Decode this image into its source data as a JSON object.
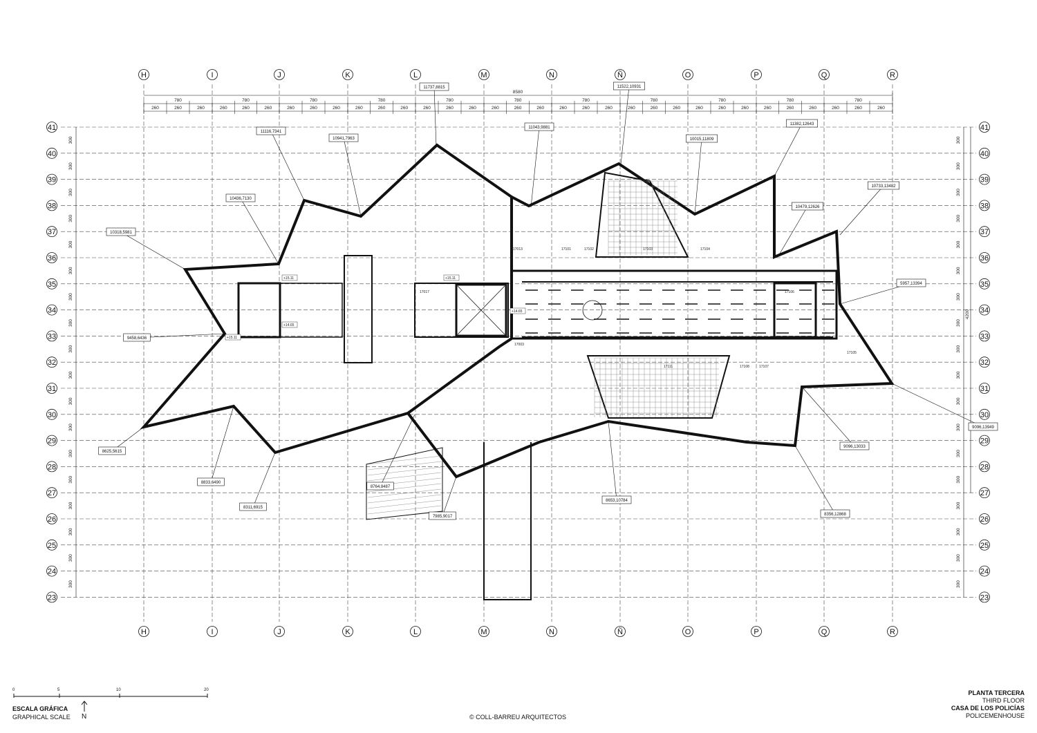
{
  "axes": {
    "columns": [
      "H",
      "I",
      "J",
      "K",
      "L",
      "M",
      "N",
      "Ñ",
      "O",
      "P",
      "Q",
      "R"
    ],
    "rows": [
      "41",
      "40",
      "39",
      "38",
      "37",
      "36",
      "35",
      "34",
      "33",
      "32",
      "31",
      "30",
      "29",
      "28",
      "27",
      "26",
      "25",
      "24",
      "23"
    ]
  },
  "dimensions": {
    "total": "8580",
    "bay": "780",
    "sub_bay": "260",
    "row_spacing": "300",
    "right_total": "4200"
  },
  "coordinate_labels": [
    "11737,8815",
    "11522,10931",
    "11116,7341",
    "10941,7963",
    "11043,9881",
    "10015,11809",
    "11382,12643",
    "10733,13482",
    "10436,7130",
    "10479,12626",
    "10318,5981",
    "5957,13394",
    "9458,6436",
    "8625,5615",
    "8833,6490",
    "8311,6915",
    "8764,8487",
    "7985,9017",
    "8653,10784",
    "8356,12868",
    "9096,13033",
    "9096,13949"
  ],
  "room_labels": [
    "17013",
    "17017",
    "17101",
    "17102",
    "17103",
    "17104",
    "17105",
    "17106",
    "17107",
    "17108",
    "17111",
    "17003"
  ],
  "level_labels": [
    "+15.11",
    "+14.65",
    "+14.65",
    "+15.11",
    "+15.11"
  ],
  "scale": {
    "ticks": [
      "0",
      "5",
      "10",
      "20"
    ],
    "title": "ESCALA GRÁFICA",
    "subtitle": "GRAPHICAL SCALE",
    "north": "N"
  },
  "credit": "© COLL-BARREU ARQUITECTOS",
  "title_block": {
    "line1": "PLANTA TERCERA",
    "line2": "THIRD FLOOR",
    "line3": "CASA DE LOS POLICÍAS",
    "line4": "POLICEMENHOUSE"
  }
}
